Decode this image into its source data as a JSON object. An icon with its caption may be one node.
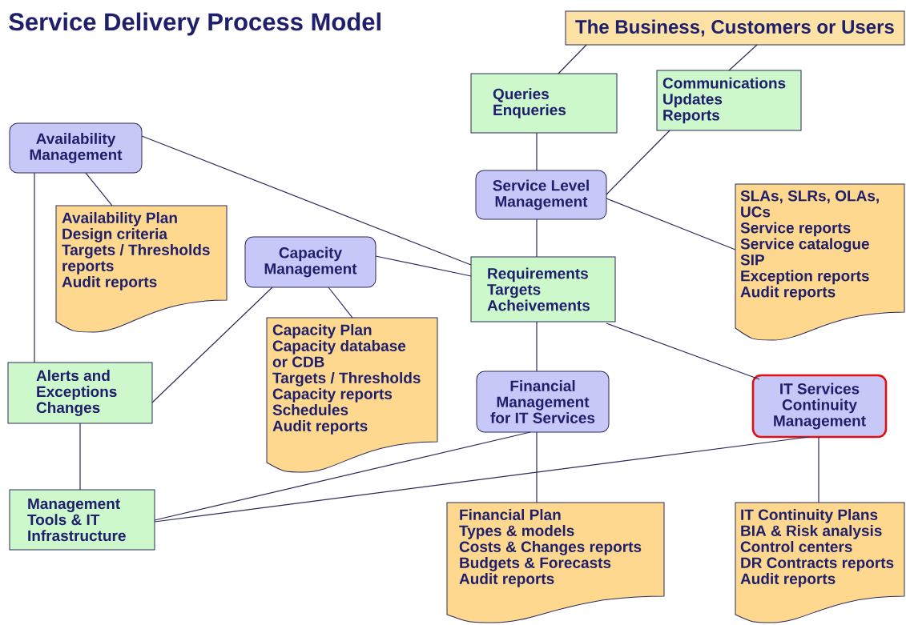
{
  "diagram": {
    "title": "Service Delivery Process Model",
    "nodes": [
      {
        "text": [
          "The Business, Customers or Users"
        ]
      },
      {
        "text": [
          "Queries",
          "Enqueries"
        ]
      },
      {
        "text": [
          "Communications",
          "Updates",
          "Reports"
        ]
      },
      {
        "text": [
          "Availability Management"
        ]
      },
      {
        "text": [
          "Service Level Management"
        ]
      },
      {
        "text": [
          "SLAs, SLRs, OLAs, UCs",
          "Service reports",
          "Service catalogue",
          "SIP",
          "Exception reports",
          "Audit reports"
        ]
      },
      {
        "text": [
          "Availability Plan",
          "Design criteria",
          "Targets / Thresholds reports",
          "Audit reports"
        ]
      },
      {
        "text": [
          "Capacity Management"
        ]
      },
      {
        "text": [
          "Requirements",
          "Targets",
          "Acheivements"
        ]
      },
      {
        "text": [
          "Capacity Plan",
          "Capacity database or CDB",
          "Targets / Thresholds",
          "Capacity reports",
          "Schedules",
          "Audit reports"
        ]
      },
      {
        "text": [
          "Alerts and Exceptions",
          "Changes"
        ]
      },
      {
        "text": [
          "Financial Management for IT Services"
        ]
      },
      {
        "text": [
          "IT Services Continuity Management"
        ]
      },
      {
        "text": [
          "Management Tools & IT Infrastructure"
        ]
      },
      {
        "text": [
          "Financial Plan",
          "Types & models",
          "Costs & Changes reports",
          "Budgets & Forecasts",
          "Audit reports"
        ]
      },
      {
        "text": [
          "IT Continuity Plans",
          "BIA & Risk analysis",
          "Control centers",
          "DR Contracts reports",
          "Audit reports"
        ]
      }
    ],
    "edges": [
      {
        "from": 0,
        "to": 1,
        "arrow": "none"
      },
      {
        "from": 0,
        "to": 2,
        "arrow": "none"
      },
      {
        "from": 1,
        "to": 4,
        "arrow": "none"
      },
      {
        "from": 2,
        "to": 4,
        "arrow": "none"
      },
      {
        "from": 4,
        "to": 5,
        "arrow": "none"
      },
      {
        "from": 4,
        "to": 8,
        "arrow": "none"
      },
      {
        "from": 3,
        "to": 8,
        "arrow": "none"
      },
      {
        "from": 3,
        "to": 6,
        "arrow": "none"
      },
      {
        "from": 3,
        "to": 10,
        "arrow": "none"
      },
      {
        "from": 7,
        "to": 8,
        "arrow": "none"
      },
      {
        "from": 7,
        "to": 9,
        "arrow": "none"
      },
      {
        "from": 7,
        "to": 10,
        "arrow": "none"
      },
      {
        "from": 8,
        "to": 11,
        "arrow": "none"
      },
      {
        "from": 8,
        "to": 12,
        "arrow": "none"
      },
      {
        "from": 10,
        "to": 13,
        "arrow": "none"
      },
      {
        "from": 13,
        "to": 11,
        "arrow": "none"
      },
      {
        "from": 13,
        "to": 12,
        "arrow": "none"
      },
      {
        "from": 11,
        "to": 14,
        "arrow": "none"
      },
      {
        "from": 12,
        "to": 15,
        "arrow": "none"
      }
    ]
  }
}
